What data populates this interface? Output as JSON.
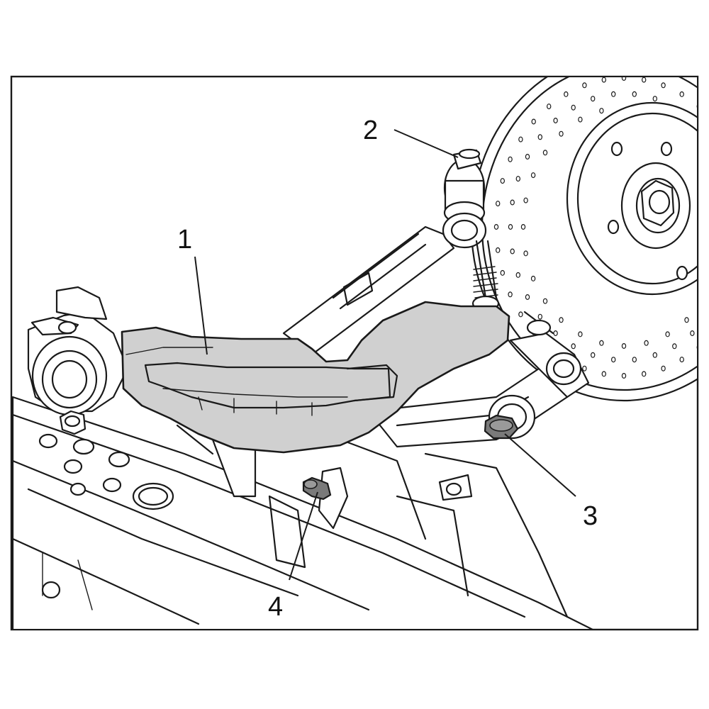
{
  "callouts": [
    {
      "id": "1",
      "label": "1"
    },
    {
      "id": "2",
      "label": "2"
    },
    {
      "id": "3",
      "label": "3"
    },
    {
      "id": "4",
      "label": "4"
    }
  ],
  "colors": {
    "line": "#1a1a1a",
    "highlight_fill": "#d0d0d0",
    "fastener_fill": "#7a7a7a",
    "background": "#ffffff"
  }
}
